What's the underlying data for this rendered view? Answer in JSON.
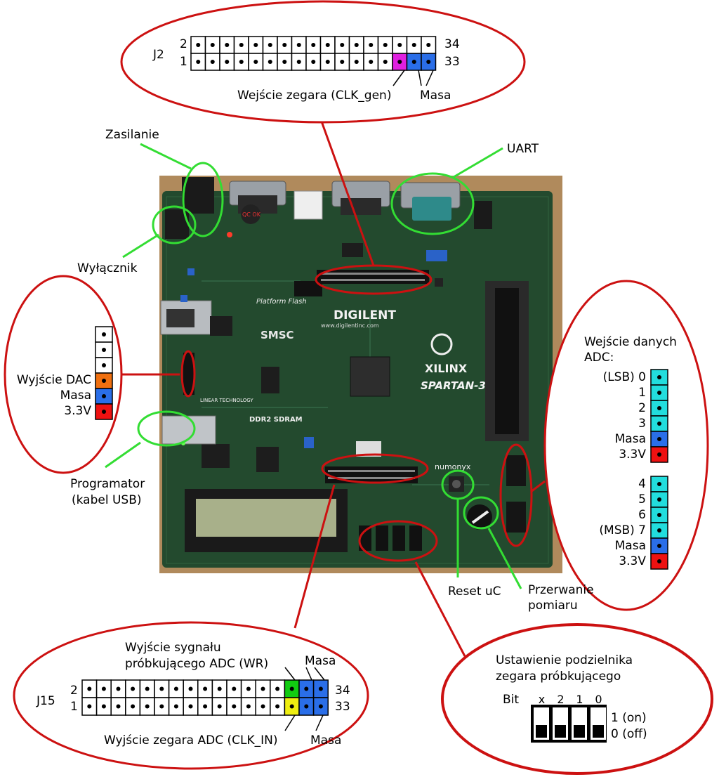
{
  "colors": {
    "callout": "#cc1111",
    "highlight": "#33dd33",
    "pin_signal_magenta": "#e020e0",
    "pin_ground_blue": "#2a6ee8",
    "pin_dac_orange": "#f07010",
    "pin_power_red": "#ee1111",
    "pin_data_cyan": "#22dddd",
    "pin_wr_green": "#11cc11",
    "pin_clkin_yellow": "#eeee11"
  },
  "j2": {
    "name": "J2",
    "row_top_left": "2",
    "row_bottom_left": "1",
    "row_top_right": "34",
    "row_bottom_right": "33",
    "clk_label": "Wejście zegara (CLK_gen)",
    "gnd_label": "Masa"
  },
  "callouts": {
    "power": "Zasilanie",
    "uart": "UART",
    "switch": "Wyłącznik",
    "programmer_line1": "Programator",
    "programmer_line2": "(kabel USB)",
    "reset": "Reset uC",
    "interrupt_line1": "Przerwanie",
    "interrupt_line2": "pomiaru"
  },
  "dac": {
    "output": "Wyjście DAC",
    "ground": "Masa",
    "power": "3.3V"
  },
  "adc": {
    "title_line1": "Wejście danych",
    "title_line2": "ADC:",
    "group1": [
      "(LSB) 0",
      "1",
      "2",
      "3",
      "Masa",
      "3.3V"
    ],
    "group2": [
      "4",
      "5",
      "6",
      "(MSB) 7",
      "Masa",
      "3.3V"
    ]
  },
  "j15": {
    "name": "J15",
    "row_top_left": "2",
    "row_bottom_left": "1",
    "row_top_right": "34",
    "row_bottom_right": "33",
    "wr_line1": "Wyjście sygnału",
    "wr_line2": "próbkującego ADC (WR)",
    "gnd_top": "Masa",
    "clkin_label": "Wyjście zegara ADC (CLK_IN)",
    "gnd_bottom": "Masa"
  },
  "divider": {
    "title_line1": "Ustawienie podzielnika",
    "title_line2": "zegara próbkującego",
    "bit_label": "Bit",
    "bits": [
      "x",
      "2",
      "1",
      "0"
    ],
    "on_label": "1 (on)",
    "off_label": "0 (off)"
  },
  "board_silkscreen": {
    "maker": "DIGILENT",
    "fpga_vendor": "XILINX",
    "fpga_family": "SPARTAN-3",
    "memory": "DDR2 SDRAM",
    "ethernet_chip": "SMSC",
    "flash": "Platform Flash",
    "memory_vendor": "numonyx",
    "dac_vendor": "LINEAR TECHNOLOGY",
    "website": "www.digilentinc.com",
    "fuse": "QC OK"
  }
}
